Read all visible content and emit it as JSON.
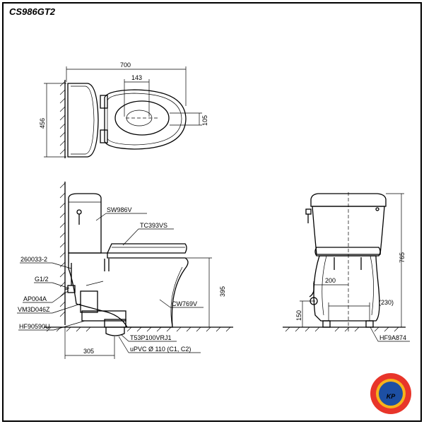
{
  "title": "CS986GT2",
  "top_view": {
    "dim_width": "700",
    "dim_seat_offset": "143",
    "dim_depth": "456",
    "dim_small": "105"
  },
  "side_view": {
    "labels": {
      "tank": "SW986V",
      "seat": "TC393VS",
      "bowl": "CW769V",
      "hose": "260033-2",
      "inlet": "G1/2",
      "valve": "AP004A",
      "flange": "VM3D046Z",
      "outlet": "HF90590U",
      "trap": "T53P100VRJ1",
      "pipe": "uPVC Ø 110 (C1, C2)"
    },
    "dim_height": "395",
    "dim_rough_in": "305"
  },
  "front_view": {
    "dim_height": "765",
    "dim_offset": "200",
    "dim_floor": "150",
    "dim_bolt": "(230)",
    "label_bolt": "HF9A874"
  },
  "logo": {
    "text": "KP",
    "colors": {
      "outer": "#e8352a",
      "ring": "#f6b21b",
      "inner": "#1d4fa3"
    }
  }
}
